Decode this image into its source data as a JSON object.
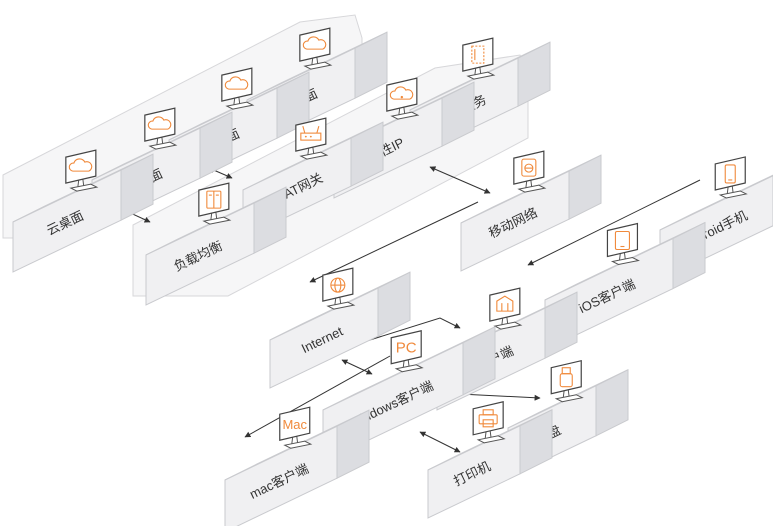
{
  "colors": {
    "box_front": "#f0f0f2",
    "box_side": "#dcdde1",
    "box_top": "#f9f9fb",
    "box_edge": "#c9cace",
    "group_fill": "#f6f6f7",
    "group_edge": "#d7d7da",
    "line": "#333333",
    "icon_accent": "#f08a3c",
    "label": "#333333"
  },
  "nodes": [
    {
      "id": "desktop4",
      "label": "云桌面",
      "icon": "cloud-icon"
    },
    {
      "id": "desktop3",
      "label": "云桌面",
      "icon": "cloud-icon"
    },
    {
      "id": "desktop2",
      "label": "云桌面",
      "icon": "cloud-icon"
    },
    {
      "id": "desktop1",
      "label": "云桌面",
      "icon": "cloud-icon"
    },
    {
      "id": "image-service",
      "label": "镜像服务",
      "icon": "image-icon"
    },
    {
      "id": "eip",
      "label": "弹性IP",
      "icon": "cloud-ip-icon"
    },
    {
      "id": "snat",
      "label": "SNAT网关",
      "icon": "router-icon"
    },
    {
      "id": "slb",
      "label": "负载均衡",
      "icon": "load-balancer-icon"
    },
    {
      "id": "mobile-net",
      "label": "移动网络",
      "icon": "mobile-network-icon"
    },
    {
      "id": "android",
      "label": "Android手机",
      "icon": "phone-icon"
    },
    {
      "id": "ios",
      "label": "iOS客户端",
      "icon": "tablet-icon"
    },
    {
      "id": "internet",
      "label": "Internet",
      "icon": "globe-icon"
    },
    {
      "id": "thin-client",
      "label": "瘦客户端",
      "icon": "thin-client-icon"
    },
    {
      "id": "windows",
      "label": "Windows客户端",
      "icon": "pc-icon",
      "icon_text": "PC"
    },
    {
      "id": "mac",
      "label": "mac客户端",
      "icon": "mac-icon",
      "icon_text": "Mac"
    },
    {
      "id": "usb",
      "label": "U盘",
      "icon": "usb-icon"
    },
    {
      "id": "printer",
      "label": "打印机",
      "icon": "printer-icon"
    }
  ]
}
